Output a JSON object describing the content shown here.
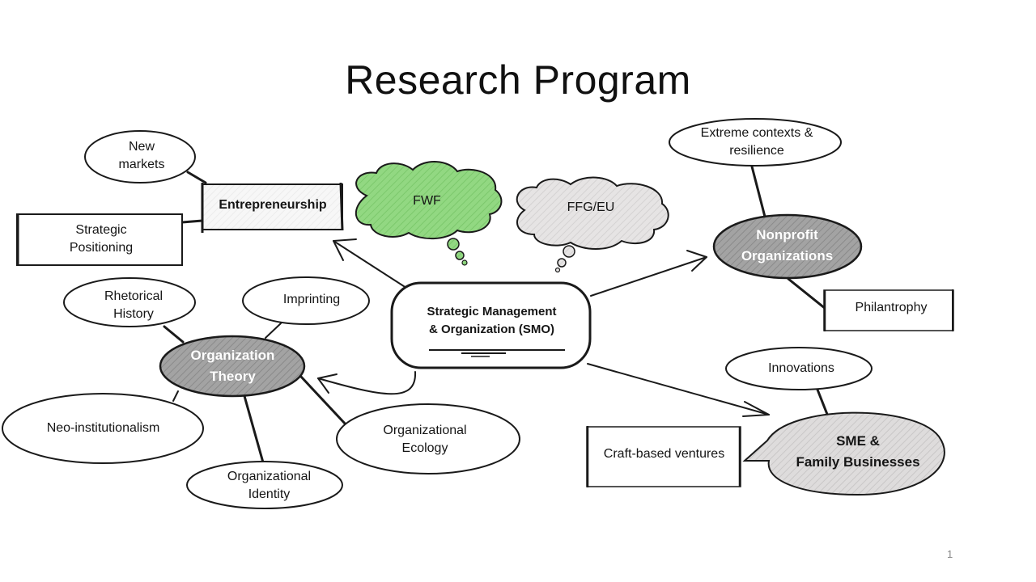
{
  "slide": {
    "title": "Research Program",
    "page_number": "1"
  },
  "colors": {
    "ink": "#1a1a1a",
    "green_cloud": "#8fd67f",
    "gray_cloud": "#e2e0e0",
    "dark_node": "#9c9c9c",
    "light_node": "#d8d6d6"
  },
  "nodes": {
    "center": "Strategic Management\n& Organization (SMO)",
    "entrepreneurship": "Entrepreneurship",
    "new_markets": "New\nmarkets",
    "strategic_positioning": "Strategic\nPositioning",
    "fwf": "FWF",
    "ffg_eu": "FFG/EU",
    "nonprofit": "Nonprofit\nOrganizations",
    "extreme_contexts": "Extreme contexts &\nresilience",
    "philantrophy": "Philantrophy",
    "organization_theory": "Organization\nTheory",
    "rhetorical_history": "Rhetorical\nHistory",
    "imprinting": "Imprinting",
    "neo_institutionalism": "Neo-institutionalism",
    "organizational_identity": "Organizational\nIdentity",
    "organizational_ecology": "Organizational\nEcology",
    "sme": "SME &\nFamily Businesses",
    "innovations": "Innovations",
    "craft_based": "Craft-based ventures"
  },
  "shapes": {
    "center": "rounded-box",
    "entrepreneurship": "box",
    "new_markets": "ellipse",
    "strategic_positioning": "box",
    "fwf": "thought-cloud",
    "ffg_eu": "thought-cloud",
    "nonprofit": "ellipse-filled-dark",
    "extreme_contexts": "ellipse",
    "philantrophy": "box",
    "organization_theory": "ellipse-filled-dark",
    "rhetorical_history": "ellipse",
    "imprinting": "ellipse",
    "neo_institutionalism": "ellipse",
    "organizational_identity": "ellipse",
    "organizational_ecology": "ellipse",
    "sme": "speech-bubble-filled-light",
    "innovations": "ellipse",
    "craft_based": "box"
  },
  "edges": [
    {
      "from": "center",
      "to": "entrepreneurship",
      "type": "arrow"
    },
    {
      "from": "center",
      "to": "nonprofit",
      "type": "arrow"
    },
    {
      "from": "center",
      "to": "sme",
      "type": "arrow"
    },
    {
      "from": "center",
      "to": "organization_theory",
      "type": "curved-arrow"
    },
    {
      "from": "entrepreneurship",
      "to": "new_markets",
      "type": "line"
    },
    {
      "from": "entrepreneurship",
      "to": "strategic_positioning",
      "type": "line"
    },
    {
      "from": "nonprofit",
      "to": "extreme_contexts",
      "type": "line"
    },
    {
      "from": "nonprofit",
      "to": "philantrophy",
      "type": "line"
    },
    {
      "from": "organization_theory",
      "to": "rhetorical_history",
      "type": "line"
    },
    {
      "from": "organization_theory",
      "to": "imprinting",
      "type": "line"
    },
    {
      "from": "organization_theory",
      "to": "neo_institutionalism",
      "type": "line"
    },
    {
      "from": "organization_theory",
      "to": "organizational_identity",
      "type": "line"
    },
    {
      "from": "organization_theory",
      "to": "organizational_ecology",
      "type": "line"
    },
    {
      "from": "sme",
      "to": "innovations",
      "type": "line"
    },
    {
      "from": "sme",
      "to": "craft_based",
      "type": "speech-tail"
    }
  ]
}
